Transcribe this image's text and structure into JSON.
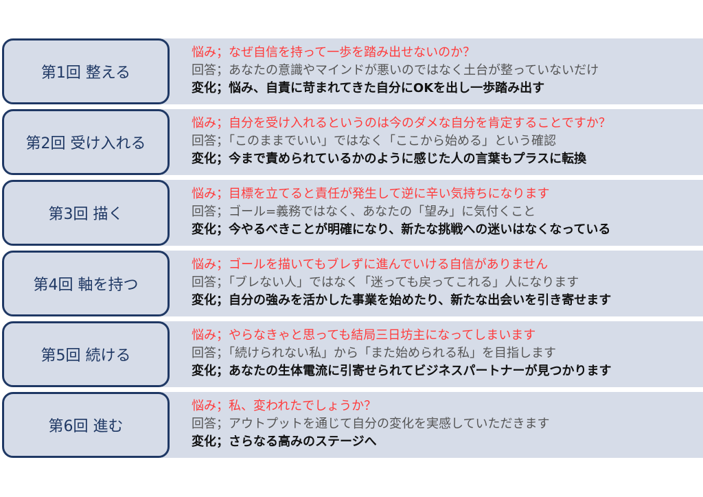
{
  "sessions": [
    {
      "title": "第1回  整える",
      "worry": "悩み；なぜ自信を持って一歩を踏み出せないのか？",
      "answer": "回答；あなたの意識やマインドが悪いのではなく土台が整っていないだけ",
      "change": "変化；悩み、自責に苛まれてきた自分にOKを出し一歩踏み出す"
    },
    {
      "title": "第2回  受け入れる",
      "worry": "悩み；自分を受け入れるというのは今のダメな自分を肯定することですか？",
      "answer": "回答；「このままでいい」ではなく「ここから始める」という確認",
      "change": "変化；今まで責められているかのように感じた人の言葉もプラスに転換"
    },
    {
      "title": "第3回  描く",
      "worry": "悩み；目標を立てると責任が発生して逆に辛い気持ちになります",
      "answer": "回答；ゴール=義務ではなく、あなたの「望み」に気付くこと",
      "change": "変化；今やるべきことが明確になり、新たな挑戦への迷いはなくなっている"
    },
    {
      "title": "第4回  軸を持つ",
      "worry": "悩み；ゴールを描いてもブレずに進んでいける自信がありません",
      "answer": "回答；「ブレない人」ではなく「迷っても戻ってこれる」人になります",
      "change": "変化；自分の強みを活かした事業を始めたり、新たな出会いを引き寄せます"
    },
    {
      "title": "第5回  続ける",
      "worry": "悩み；やらなきゃと思っても結局三日坊主になってしまいます",
      "answer": "回答；「続けられない私」から「また始められる私」を目指します",
      "change": "変化；あなたの生体電流に引寄せられてビジネスパートナーが見つかります"
    },
    {
      "title": "第6回  進む",
      "worry": "悩み；私、変われたでしょうか？",
      "answer": "回答；アウトプットを通じて自分の変化を実感していただきます",
      "change": "変化；さらなる高みのステージへ"
    }
  ],
  "colors": {
    "navy": "#1f3864",
    "band": "#d6dce8",
    "worry": "#ff3b3b",
    "answer": "#555555",
    "change": "#111111"
  }
}
